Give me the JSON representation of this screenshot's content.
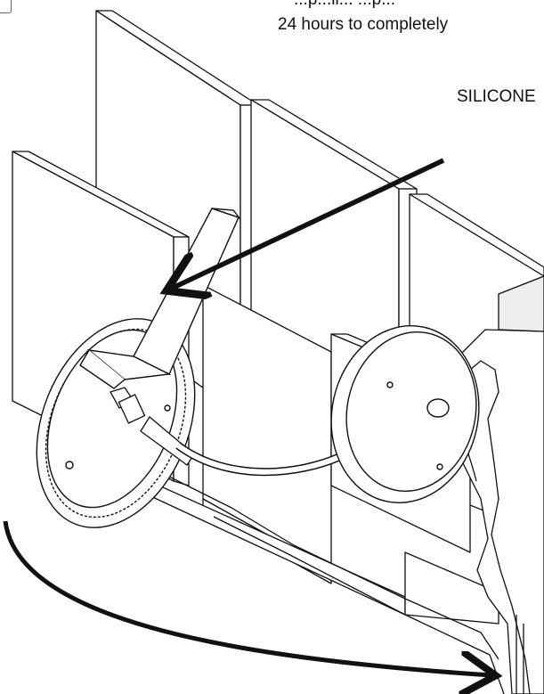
{
  "instructions": {
    "line_partial": "...p...ll... ...p...",
    "line_visible": "24 hours to completely"
  },
  "labels": {
    "silicone": "SILICONE"
  },
  "colors": {
    "ink": "#111111",
    "fill": "#ffffff",
    "shade": "#e8e8e8"
  },
  "icons": {
    "pointer_arrow": "arrow-icon",
    "curved_arrow": "curved-arrow-icon"
  }
}
